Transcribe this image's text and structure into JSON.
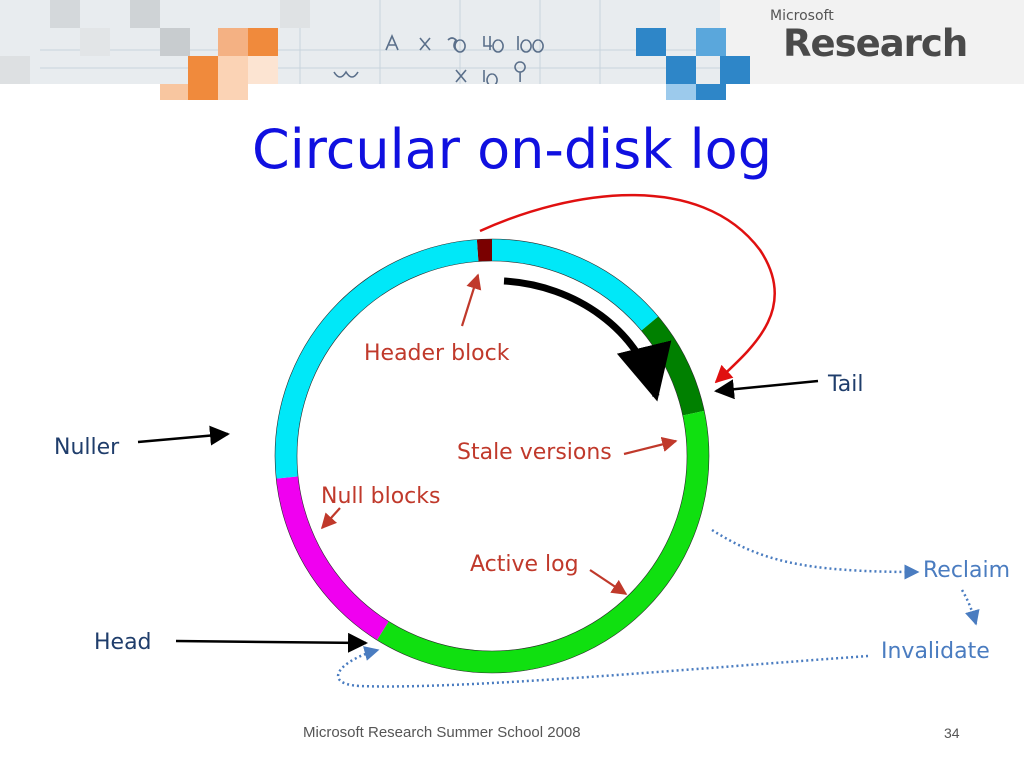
{
  "banner": {
    "logo_small": "Microsoft",
    "logo_big": "Research"
  },
  "slide": {
    "title": "Circular on-disk log"
  },
  "labels": {
    "header_block": "Header block",
    "tail": "Tail",
    "nuller": "Nuller",
    "stale_versions": "Stale versions",
    "null_blocks": "Null blocks",
    "active_log": "Active log",
    "reclaim": "Reclaim",
    "invalidate": "Invalidate",
    "head": "Head"
  },
  "colors": {
    "title": "#1010e0",
    "empty_segment": "#00e8f8",
    "header_block": "#7a0000",
    "stale_segment": "#008000",
    "active_segment": "#10e010",
    "null_segment": "#f000f0",
    "label_orange": "#c0392b",
    "label_blue_text": "#1f3d6b",
    "process_blue": "#4a7cc0",
    "tail_link": "#e01010"
  },
  "footer": {
    "text": "Microsoft Research Summer School 2008",
    "page": "34"
  }
}
